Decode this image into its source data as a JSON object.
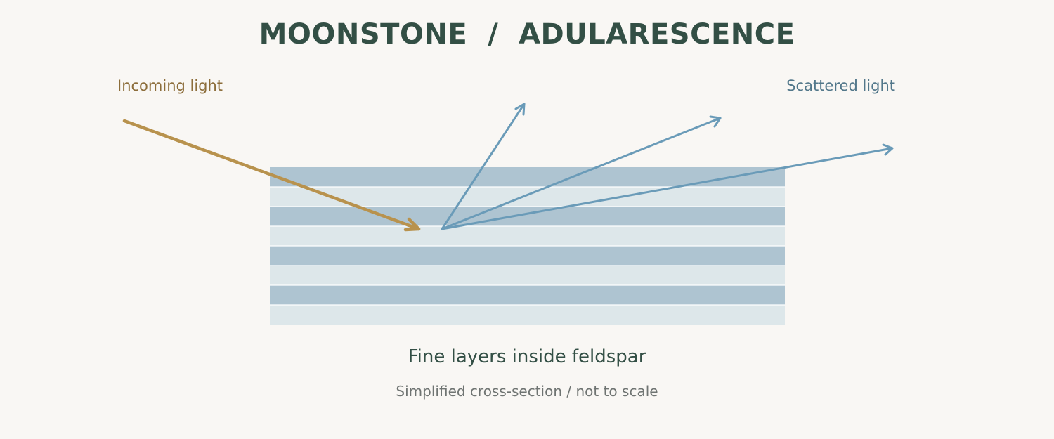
{
  "title": "MOONSTONE  /  ADULARESCENCE",
  "labels": {
    "incoming": "Incoming light",
    "scattered": "Scattered light"
  },
  "caption": "Fine layers inside feldspar",
  "subcaption": "Simplified cross-section / not to scale",
  "colors": {
    "background": "#f9f7f4",
    "title": "#334f45",
    "incoming_light": "#b8924d",
    "scattered_light": "#6a9bb8",
    "layer_dark": "#aec4d1",
    "layer_light": "#dde7ea"
  },
  "layers": {
    "count": 8,
    "pattern": [
      "dark",
      "light",
      "dark",
      "light",
      "dark",
      "light",
      "dark",
      "light"
    ]
  },
  "scattered_ray_count": 3
}
